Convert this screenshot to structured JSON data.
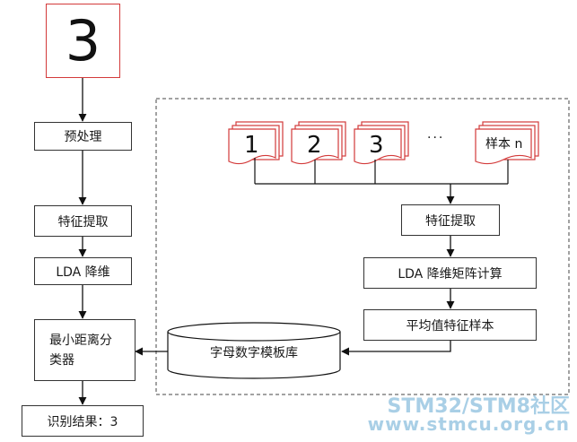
{
  "input_digit": "3",
  "left_flow": {
    "preprocess": "预处理",
    "feature": "特征提取",
    "lda": "LDA 降维",
    "classifier_line1": "最小距离分",
    "classifier_line2": "类器",
    "result": "识别结果：3"
  },
  "training": {
    "samples": [
      "1",
      "2",
      "3"
    ],
    "ellipsis": "···",
    "sample_n": "样本 n",
    "feature": "特征提取",
    "lda_matrix": "LDA 降维矩阵计算",
    "mean_sample": "平均值特征样本",
    "template_db": "字母数字模板库"
  },
  "watermark": {
    "line1": "STM32/STM8社区",
    "line2": "www.stmcu.org.cn"
  },
  "colors": {
    "sample_border": "#d33a3a",
    "line": "#111111",
    "dash": "#444444",
    "watermark": "#a9cfe6"
  }
}
